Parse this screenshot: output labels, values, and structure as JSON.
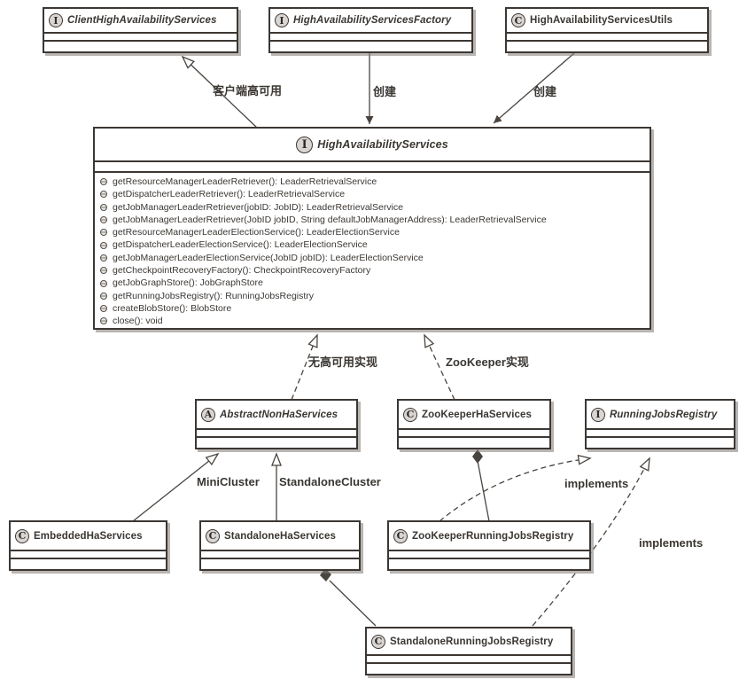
{
  "diagram": {
    "title": "Flink HighAvailabilityServices UML class diagram",
    "colors": {
      "line": "#4a443f",
      "box_border": "#3c3733",
      "icon_fill": "#d8d5d2",
      "shadow": "#7d7873"
    },
    "classes": [
      {
        "stereotype": "I",
        "name": "ClientHighAvailabilityServices"
      },
      {
        "stereotype": "I",
        "name": "HighAvailabilityServicesFactory"
      },
      {
        "stereotype": "C",
        "name": "HighAvailabilityServicesUtils"
      },
      {
        "stereotype": "I",
        "name": "HighAvailabilityServices",
        "methods": [
          "getResourceManagerLeaderRetriever(): LeaderRetrievalService",
          "getDispatcherLeaderRetriever(): LeaderRetrievalService",
          "getJobManagerLeaderRetriever(jobID: JobID): LeaderRetrievalService",
          "getJobManagerLeaderRetriever(JobID jobID, String defaultJobManagerAddress): LeaderRetrievalService",
          "getResourceManagerLeaderElectionService(): LeaderElectionService",
          "getDispatcherLeaderElectionService(): LeaderElectionService",
          "getJobManagerLeaderElectionService(JobID jobID): LeaderElectionService",
          "getCheckpointRecoveryFactory(): CheckpointRecoveryFactory",
          "getJobGraphStore(): JobGraphStore",
          "getRunningJobsRegistry(): RunningJobsRegistry",
          "createBlobStore(): BlobStore",
          "close(): void"
        ]
      },
      {
        "stereotype": "A",
        "name": "AbstractNonHaServices"
      },
      {
        "stereotype": "C",
        "name": "ZooKeeperHaServices"
      },
      {
        "stereotype": "I",
        "name": "RunningJobsRegistry"
      },
      {
        "stereotype": "C",
        "name": "EmbeddedHaServices"
      },
      {
        "stereotype": "C",
        "name": "StandaloneHaServices"
      },
      {
        "stereotype": "C",
        "name": "ZooKeeperRunningJobsRegistry"
      },
      {
        "stereotype": "C",
        "name": "StandaloneRunningJobsRegistry"
      }
    ],
    "edge_labels": {
      "client_ha": "客户端高可用",
      "create_factory": "创建",
      "create_utils": "创建",
      "non_ha_impl": "无高可用实现",
      "zookeeper_impl": "ZooKeeper实现",
      "mini_cluster": "MiniCluster",
      "standalone_cluster": "StandaloneCluster",
      "implements_zk": "implements",
      "implements_standalone": "implements"
    }
  }
}
